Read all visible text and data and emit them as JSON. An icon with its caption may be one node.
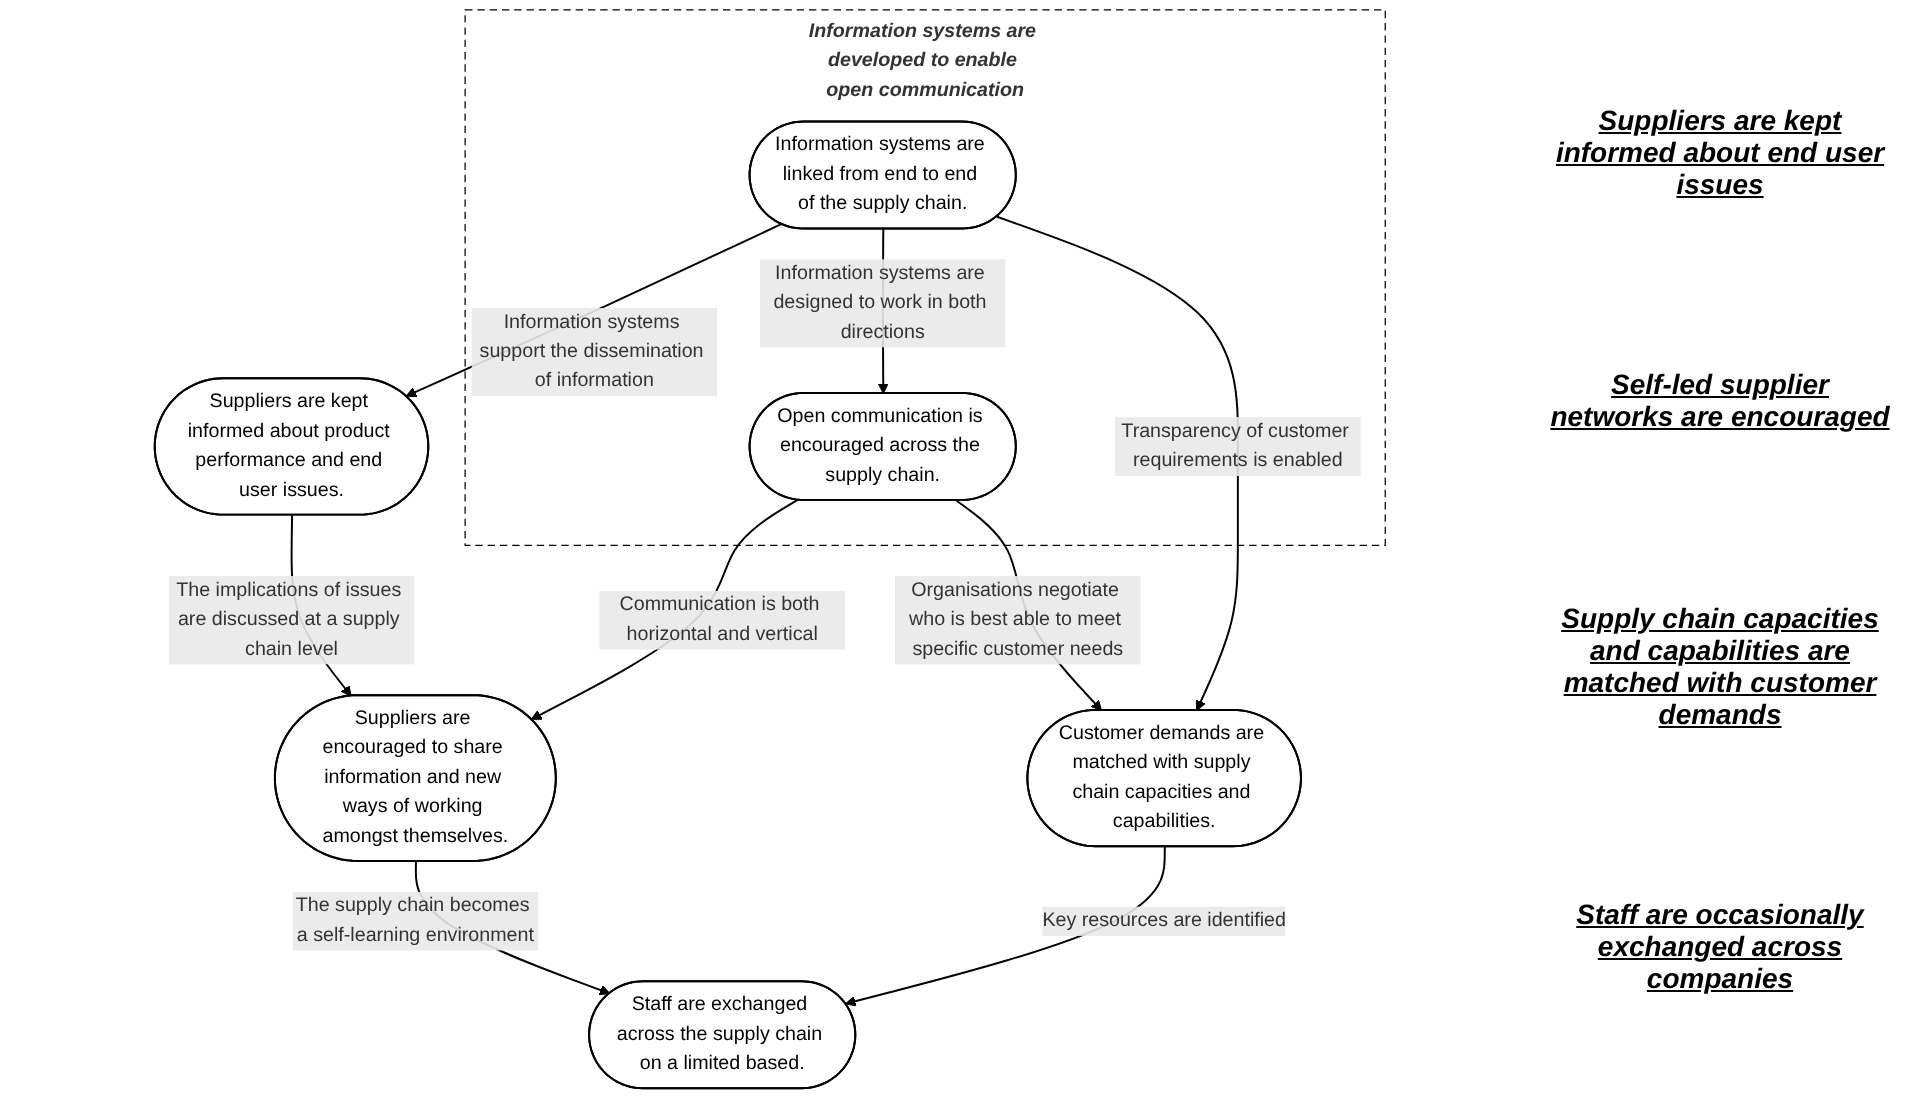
{
  "diagram": {
    "nodes": [
      {
        "text": [
          "Information systems are developed to enable open communication"
        ]
      },
      {
        "text": [
          "Information systems are linked from end to end of the supply chain."
        ],
        "in": 0
      },
      {
        "text": [
          "Open communication is encouraged across the supply chain."
        ],
        "in": 0
      },
      {
        "text": [
          "Suppliers are kept informed about product performance and end user issues."
        ]
      },
      {
        "text": [
          "Suppliers are encouraged to share information and new ways of working amongst themselves."
        ]
      },
      {
        "text": [
          "Customer demands are matched with supply chain capacities and capabilities."
        ]
      },
      {
        "text": [
          "Staff are exchanged across the supply chain on a limited based."
        ]
      }
    ],
    "edges": [
      {
        "from": 1,
        "to": 3,
        "arrow": "to",
        "label": "Information systems support the dissemination of information"
      },
      {
        "from": 1,
        "to": 2,
        "arrow": "to",
        "label": "Information systems are designed to work in both directions"
      },
      {
        "from": 1,
        "to": 5,
        "arrow": "to",
        "label": "Transparency of customer requirements is enabled"
      },
      {
        "from": 2,
        "to": 4,
        "arrow": "to",
        "label": "Communication is both horizontal and vertical"
      },
      {
        "from": 2,
        "to": 5,
        "arrow": "to",
        "label": "Organisations negotiate who is best able to meet specific customer needs"
      },
      {
        "from": 3,
        "to": 4,
        "arrow": "to",
        "label": "The implications of issues are discussed at a supply chain level"
      },
      {
        "from": 4,
        "to": 6,
        "arrow": "to",
        "label": "The supply chain becomes a self-learning environment"
      },
      {
        "from": 5,
        "to": 6,
        "arrow": "to",
        "label": "Key resources are identified"
      }
    ],
    "labels": [
      "Suppliers are kept informed about end user issues",
      "Self-led supplier networks are encouraged",
      "Supply chain capacities and capabilities are matched with customer demands",
      "Staff are occasionally exchanged across companies"
    ]
  }
}
